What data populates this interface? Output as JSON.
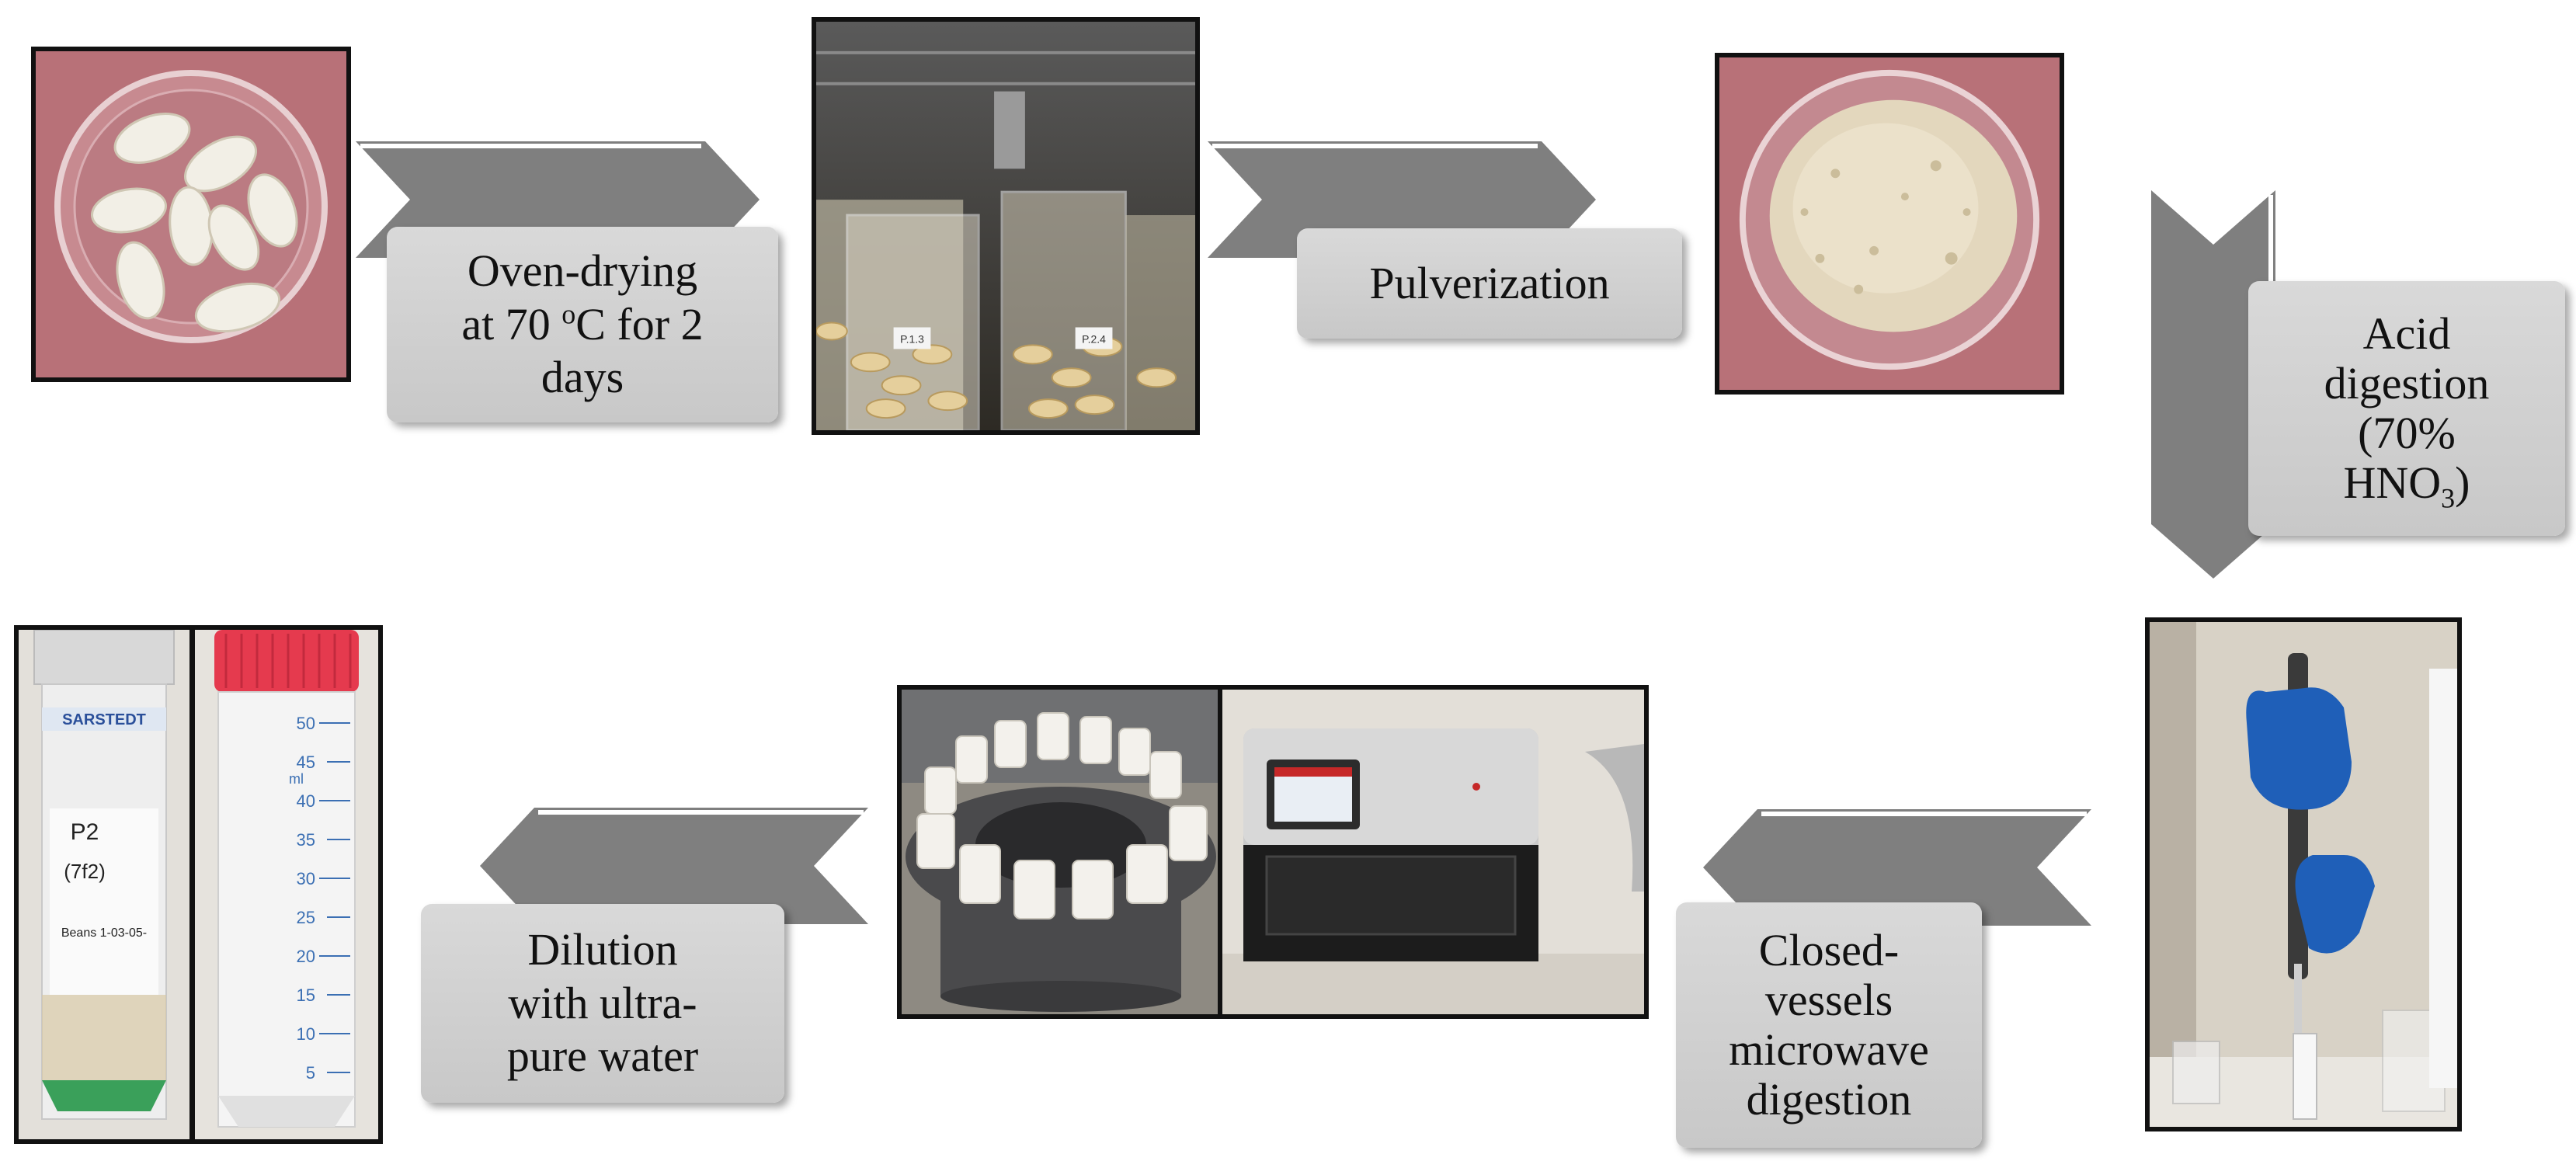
{
  "steps": {
    "oven_drying": {
      "line1": "Oven-drying",
      "line2_prefix": "at 70 ",
      "line2_sup": "o",
      "line2_suffix": "C for 2",
      "line3": "days"
    },
    "pulverization": {
      "line1": "Pulverization"
    },
    "acid_digestion": {
      "line1": "Acid",
      "line2": "digestion",
      "line3": "(70%",
      "line4_prefix": "HNO",
      "line4_sub": "3",
      "line4_suffix": ")"
    },
    "microwave_digestion": {
      "line1": "Closed-",
      "line2": "vessels",
      "line3": "microwave",
      "line4": "digestion"
    },
    "dilution": {
      "line1": "Dilution",
      "line2": "with ultra-",
      "line3": "pure water"
    }
  },
  "photos": {
    "flask_labels": [
      "P.1.3",
      "P.2.4"
    ],
    "tube_label": {
      "line1": "P2",
      "line2": "(7f2)",
      "line3": "Beans 1-03-05-"
    },
    "tube_brand": "SARSTEDT",
    "tube_scale_unit": "ml",
    "tube_scale": [
      "50",
      "45",
      "40",
      "35",
      "30",
      "25",
      "20",
      "15",
      "10",
      "5"
    ]
  },
  "colors": {
    "arrow": "#7f7f7f",
    "label_bg": "#d0d0d0",
    "frame": "#111111"
  }
}
